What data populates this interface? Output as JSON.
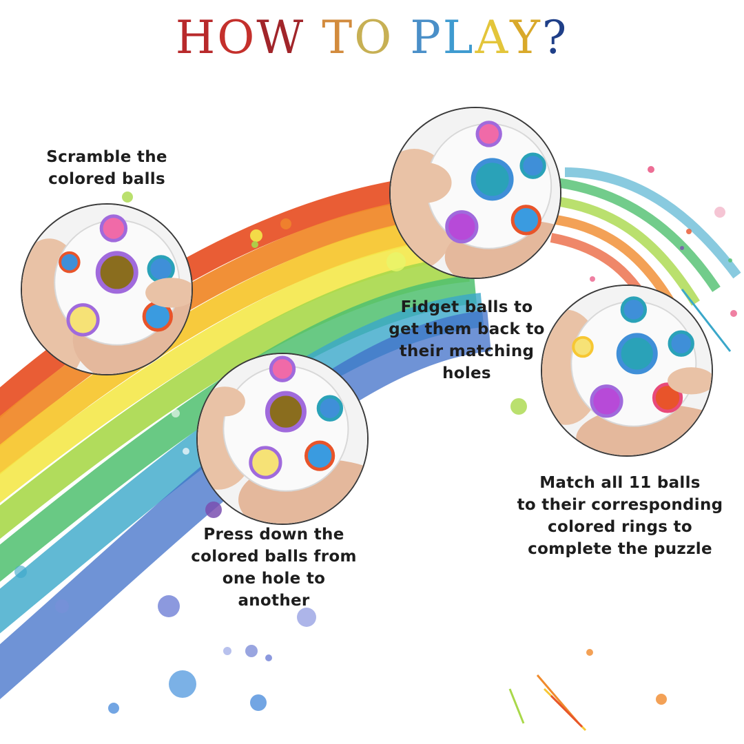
{
  "title": {
    "letters": [
      {
        "char": "H",
        "color": "#b8292b"
      },
      {
        "char": "O",
        "color": "#c4302c"
      },
      {
        "char": "W",
        "color": "#a1252a"
      },
      {
        "char": " ",
        "color": "#ffffff"
      },
      {
        "char": "T",
        "color": "#d28b3d"
      },
      {
        "char": "O",
        "color": "#c7b054"
      },
      {
        "char": " ",
        "color": "#ffffff"
      },
      {
        "char": "P",
        "color": "#4a8fc8"
      },
      {
        "char": "L",
        "color": "#3f9bd0"
      },
      {
        "char": "A",
        "color": "#e3c53a"
      },
      {
        "char": "Y",
        "color": "#d9a92a"
      },
      {
        "char": "?",
        "color": "#1f3f88"
      }
    ]
  },
  "steps": [
    {
      "lines": [
        "Scramble the",
        "colored balls"
      ],
      "ball_center": "gold"
    },
    {
      "lines": [
        "Press down the",
        "colored balls from",
        "one hole to",
        "another"
      ],
      "ball_center": "gold"
    },
    {
      "lines": [
        "Fidget balls to",
        "get them back to",
        "their matching",
        "holes"
      ],
      "ball_center": "teal"
    },
    {
      "lines": [
        "Match all 11 balls",
        "to their corresponding",
        "colored rings to",
        "complete the puzzle"
      ],
      "ball_center": "teal"
    }
  ],
  "colors": {
    "rainbow": [
      "#e8542a",
      "#f08a2c",
      "#f7c733",
      "#f4e84a",
      "#a9d84a",
      "#4fbf6e",
      "#3aa7c9",
      "#3f6fc8"
    ],
    "gold": "#8a6d1e",
    "teal": "#2aa2b8",
    "skin": "#e9c2a6"
  }
}
